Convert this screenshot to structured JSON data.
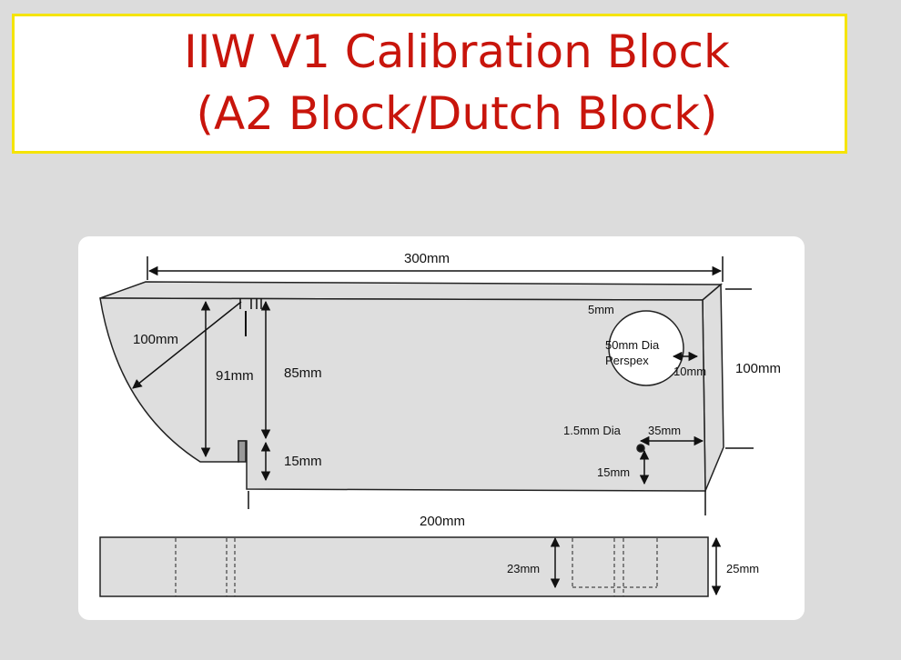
{
  "title": {
    "line1": "IIW V1 Calibration Block",
    "line2": "(A2 Block/Dutch Block)"
  },
  "diagram": {
    "labels": {
      "length_300": "300mm",
      "radius_100": "100mm",
      "height_91": "91mm",
      "height_85": "85mm",
      "notch_15": "15mm",
      "hole_5": "5mm",
      "perspex": "50mm Dia",
      "perspex2": "Perspex",
      "edge_10": "10mm",
      "height_100": "100mm",
      "small_hole": "1.5mm Dia",
      "dist_35": "35mm",
      "hole_height_15": "15mm",
      "length_200": "200mm",
      "depth_23": "23mm",
      "thickness_25": "25mm"
    }
  }
}
